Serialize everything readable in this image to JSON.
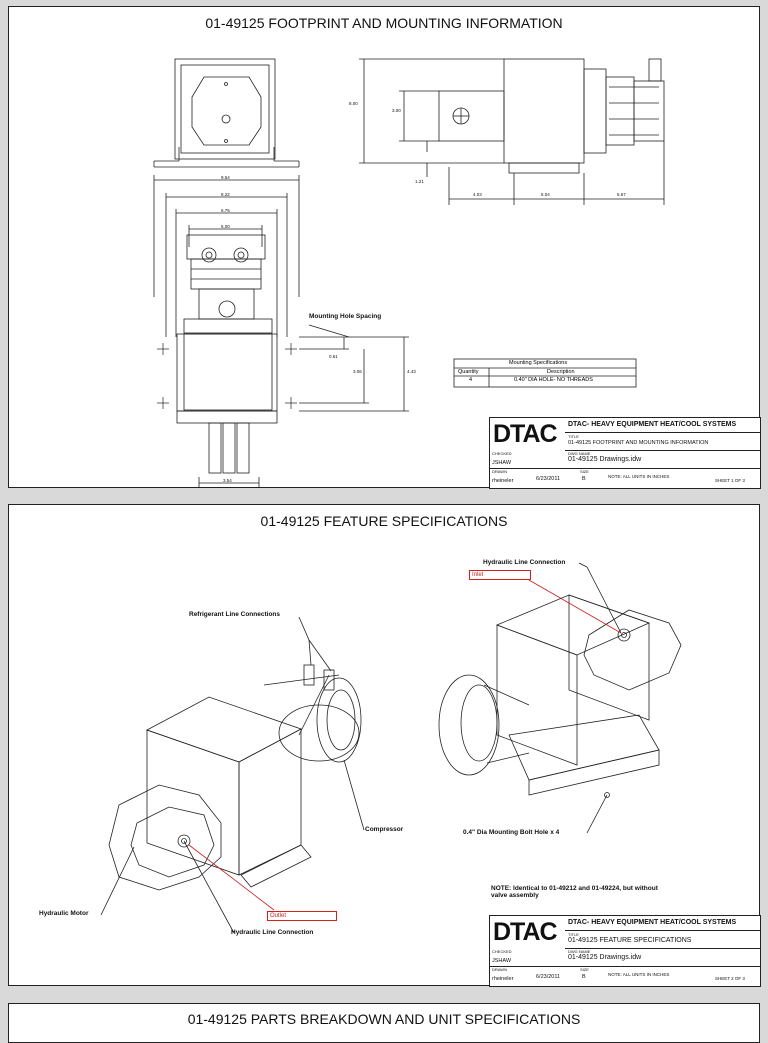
{
  "sheets": [
    {
      "title": "01-49125 FOOTPRINT AND MOUNTING INFORMATION",
      "mounting_label": "Mounting Hole Spacing",
      "spec_table": {
        "caption": "Mounting Specifications",
        "headers": [
          "Quantity",
          "Description"
        ],
        "row": [
          "4",
          "0.40\" DIA HOLE- NO THREADS"
        ]
      },
      "dims": {
        "w954": "9.54",
        "w822": "8.22",
        "w675": "6.75",
        "w500": "5.00",
        "w354": "3.54",
        "h800": "8.00",
        "h300": "3.00",
        "h121": "1.21",
        "l403": "4.03",
        "l504": "5.04",
        "l567": "5.67",
        "v061": "0.61",
        "v306": "3.06",
        "v443": "4.43"
      },
      "titleblock": {
        "logo": "DTAC",
        "company": "DTAC- HEAVY EQUIPMENT HEAT/COOL SYSTEMS",
        "title_label": "TITLE",
        "title": "01-49125 FOOTPRINT AND MOUNTING INFORMATION",
        "dwg_label": "DWG NAME",
        "dwg": "01-49125 Drawings.idw",
        "checked_label": "CHECKED",
        "checked": "JSHAW",
        "drawn_label": "DRAWN",
        "drawn": "rheineler",
        "date": "6/23/2011",
        "size_label": "SIZE",
        "size": "B",
        "note": "NOTE: ALL UNITS IN INCHES",
        "sheet": "SHEET 1  OF 3"
      }
    },
    {
      "title": "01-49125 FEATURE SPECIFICATIONS",
      "labels": {
        "refrigerant": "Refrigerant Line Connections",
        "hyd_top": "Hydraulic Line Connection",
        "inlet": "Inlet",
        "compressor": "Compressor",
        "bolt": "0.4\" Dia Mounting Bolt Hole x 4",
        "motor": "Hydraulic Motor",
        "outlet": "Outlet",
        "hyd_bottom": "Hydraulic Line Connection",
        "note": "NOTE: Identical to 01-49212 and 01-49224, but without valve assembly"
      },
      "titleblock": {
        "logo": "DTAC",
        "company": "DTAC- HEAVY EQUIPMENT HEAT/COOL SYSTEMS",
        "title_label": "TITLE",
        "title": "01-49125 FEATURE SPECIFICATIONS",
        "dwg_label": "DWG NAME",
        "dwg": "01-49125 Drawings.idw",
        "checked_label": "CHECKED",
        "checked": "JSHAW",
        "drawn_label": "DRAWN",
        "drawn": "rheineler",
        "date": "6/23/2011",
        "size_label": "SIZE",
        "size": "B",
        "note": "NOTE: ALL UNITS IN INCHES",
        "sheet": "SHEET 2  OF 3"
      }
    },
    {
      "title": "01-49125 PARTS BREAKDOWN AND UNIT SPECIFICATIONS"
    }
  ]
}
